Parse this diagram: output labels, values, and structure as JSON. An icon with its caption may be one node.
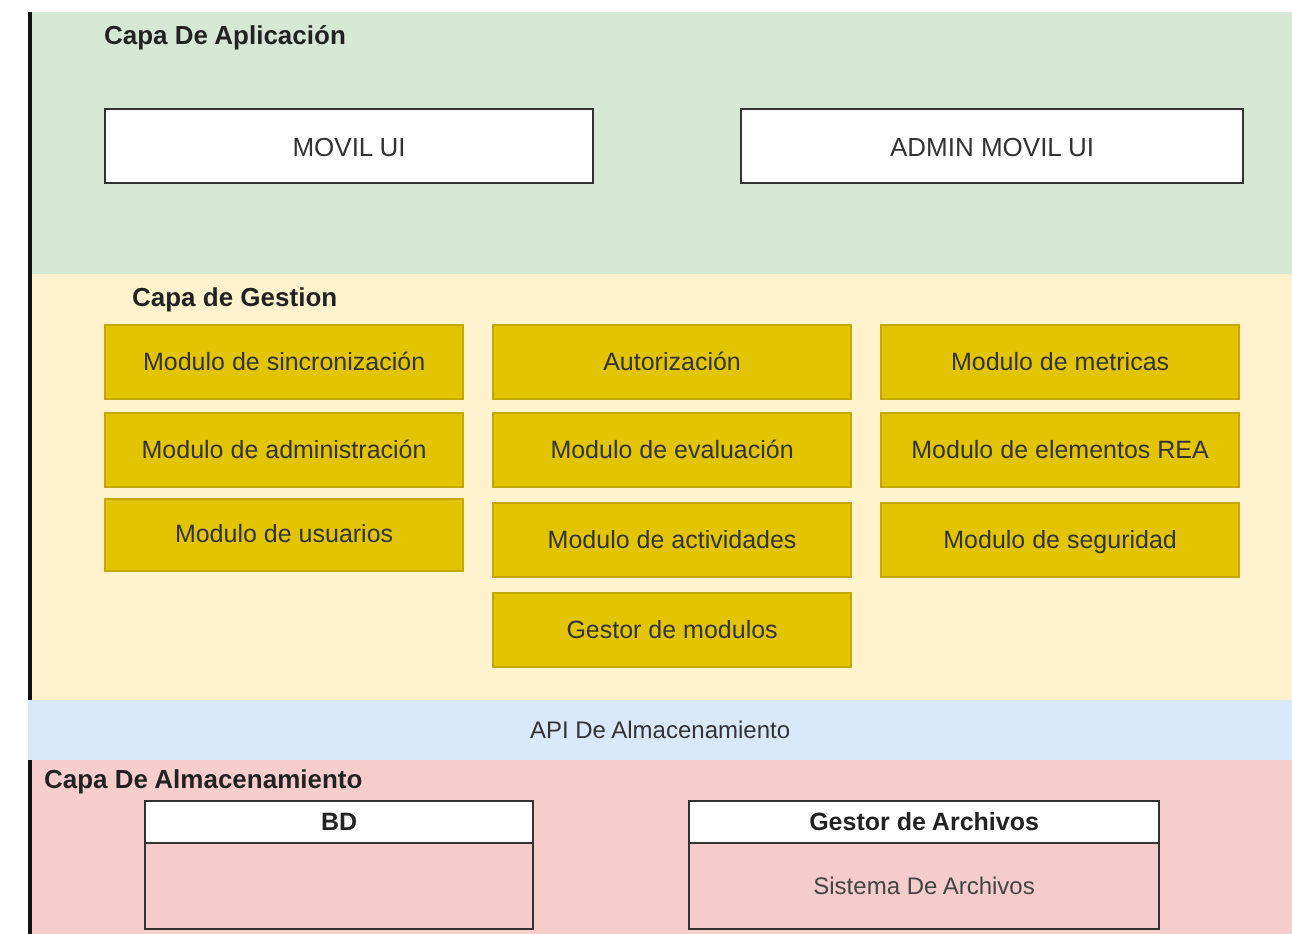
{
  "diagram": {
    "nodes": [
      {
        "text": [
          "Capa De Aplicación"
        ]
      },
      {
        "text": [
          "MOVIL UI"
        ],
        "in": 0
      },
      {
        "text": [
          "ADMIN MOVIL UI"
        ],
        "in": 0
      },
      {
        "text": [
          "Capa de Gestion"
        ]
      },
      {
        "text": [
          "Modulo de sincronización"
        ],
        "in": 3
      },
      {
        "text": [
          "Autorización"
        ],
        "in": 3
      },
      {
        "text": [
          "Modulo de metricas"
        ],
        "in": 3
      },
      {
        "text": [
          "Modulo de administración"
        ],
        "in": 3
      },
      {
        "text": [
          "Modulo de evaluación"
        ],
        "in": 3
      },
      {
        "text": [
          "Modulo de elementos REA"
        ],
        "in": 3
      },
      {
        "text": [
          "Modulo de usuarios"
        ],
        "in": 3
      },
      {
        "text": [
          "Modulo de actividades"
        ],
        "in": 3
      },
      {
        "text": [
          "Modulo de seguridad"
        ],
        "in": 3
      },
      {
        "text": [
          "Gestor de modulos"
        ],
        "in": 3
      },
      {
        "text": [
          "API De Almacenamiento"
        ]
      },
      {
        "text": [
          "Capa De Almacenamiento"
        ]
      },
      {
        "text": [
          "BD"
        ],
        "in": 15
      },
      {
        "text": [
          "Gestor de Archivos",
          "Sistema De Archivos"
        ],
        "in": 15
      }
    ],
    "edges": []
  }
}
